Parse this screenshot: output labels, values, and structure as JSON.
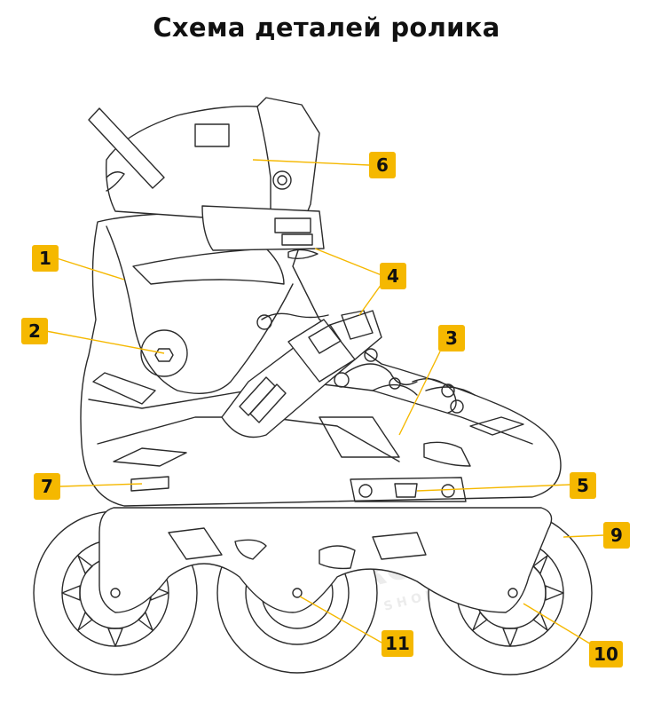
{
  "title": "Схема деталей ролика",
  "watermark": {
    "word": "ROLLER",
    "sub": "S H O P"
  },
  "colors": {
    "accent": "#f5b800",
    "line": "#2b2b2b",
    "text": "#111111",
    "background": "#ffffff"
  },
  "callouts": [
    {
      "id": "1",
      "label": "1"
    },
    {
      "id": "2",
      "label": "2"
    },
    {
      "id": "3",
      "label": "3"
    },
    {
      "id": "4",
      "label": "4"
    },
    {
      "id": "5",
      "label": "5"
    },
    {
      "id": "6",
      "label": "6"
    },
    {
      "id": "7",
      "label": "7"
    },
    {
      "id": "9",
      "label": "9"
    },
    {
      "id": "10",
      "label": "10"
    },
    {
      "id": "11",
      "label": "11"
    }
  ]
}
